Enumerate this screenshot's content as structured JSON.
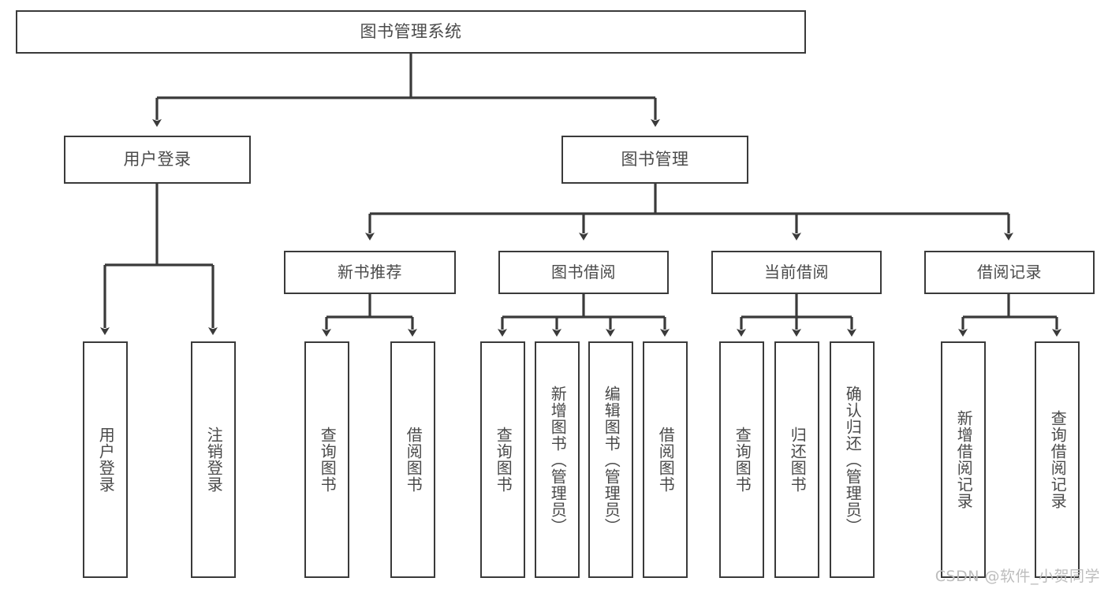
{
  "diagram": {
    "title": "图书管理系统",
    "type": "tree-hierarchy-chart",
    "colors": {
      "box_border": "#3a3a3a",
      "box_fill": "#ffffff",
      "text": "#4a4a4a",
      "connector": "#3a3a3a",
      "watermark": "#bdbdbd",
      "background": "#ffffff"
    },
    "watermark": "CSDN @软件_小贺同学",
    "nodes": {
      "root": {
        "label": "图书管理系统"
      },
      "level2": [
        {
          "label": "用户登录"
        },
        {
          "label": "图书管理"
        }
      ],
      "level3": [
        {
          "label": "新书推荐"
        },
        {
          "label": "图书借阅"
        },
        {
          "label": "当前借阅"
        },
        {
          "label": "借阅记录"
        }
      ],
      "leaves": {
        "user_login": [
          {
            "label": "用户登录"
          },
          {
            "label": "注销登录"
          }
        ],
        "new_book_recommend": [
          {
            "label": "查询图书"
          },
          {
            "label": "借阅图书"
          }
        ],
        "book_borrow": [
          {
            "label": "查询图书"
          },
          {
            "label": "新增图书（管理员）"
          },
          {
            "label": "编辑图书（管理员）"
          },
          {
            "label": "借阅图书"
          }
        ],
        "current_borrow": [
          {
            "label": "查询图书"
          },
          {
            "label": "归还图书"
          },
          {
            "label": "确认归还（管理员）"
          }
        ],
        "borrow_record": [
          {
            "label": "新增借阅记录"
          },
          {
            "label": "查询借阅记录"
          }
        ]
      }
    }
  }
}
